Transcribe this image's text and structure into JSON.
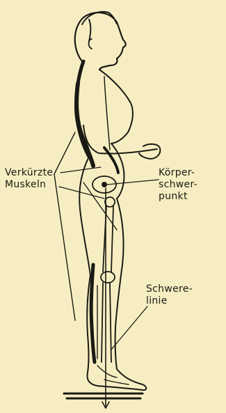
{
  "labels": {
    "shortened_muscles": "Verkürzte\nMuskeln",
    "center_of_gravity": "Körper-\nschwer-\npunkt",
    "gravity_line": "Schwere-\nlinie"
  },
  "colors": {
    "paper": "#f6eec2",
    "ink": "#1a1a14"
  }
}
